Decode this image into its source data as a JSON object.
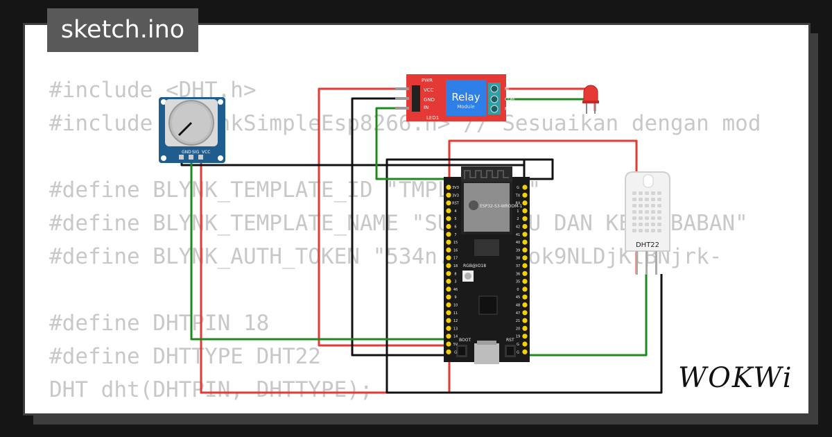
{
  "title": "sketch.ino",
  "code_lines": [
    "#include <DHT.h>",
    "#include <BlynkSimpleEsp8266.h> // Sesuaikan dengan mod",
    "",
    "#define BLYNK_TEMPLATE_ID \"TMPL...toC\"",
    "#define BLYNK_TEMPLATE_NAME \"SUHU SUHU DAN KELEMBABAN\"",
    "#define BLYNK_AUTH_TOKEN \"534n...UtrVok9NLDjKlBNjrk-",
    "",
    "#define DHTPIN 18",
    "#define DHTTYPE DHT22",
    "DHT dht(DHTPIN, DHTTYPE);"
  ],
  "relay": {
    "title": "Relay",
    "subtitle": "Module",
    "pins": [
      "VCC",
      "GND",
      "IN"
    ],
    "pwr_label": "PWR",
    "led_label": "LED1",
    "terminals": [
      "NC",
      "COM",
      "NO"
    ]
  },
  "potentiometer": {
    "pins": [
      "GND",
      "SIG",
      "VCC"
    ]
  },
  "esp32": {
    "wroom": "ESP32-S3-WROOM-1",
    "rgb_label": "RGB@IO18",
    "boot_label": "BOOT",
    "rst_label": "RST",
    "left_pins": [
      "3V3",
      "3V3",
      "RST",
      "4",
      "5",
      "6",
      "7",
      "15",
      "16",
      "17",
      "18",
      "8",
      "3",
      "46",
      "9",
      "10",
      "11",
      "12",
      "13",
      "14",
      "5V",
      "G"
    ],
    "right_pins": [
      "G",
      "TX",
      "RX",
      "1",
      "2",
      "42",
      "41",
      "40",
      "39",
      "38",
      "37",
      "36",
      "35",
      "0",
      "45",
      "48",
      "47",
      "21",
      "20",
      "19",
      "G",
      "G"
    ]
  },
  "dht": {
    "label": "DHT22"
  },
  "brand": "WOKWi",
  "colors": {
    "wire_red": "#e53935",
    "wire_black": "#111111",
    "wire_green": "#1e8a1e",
    "board": "#1a1a1a",
    "relay": "#e53935",
    "relay_panel": "#2f7fe8",
    "pot": "#1f5d8f"
  }
}
